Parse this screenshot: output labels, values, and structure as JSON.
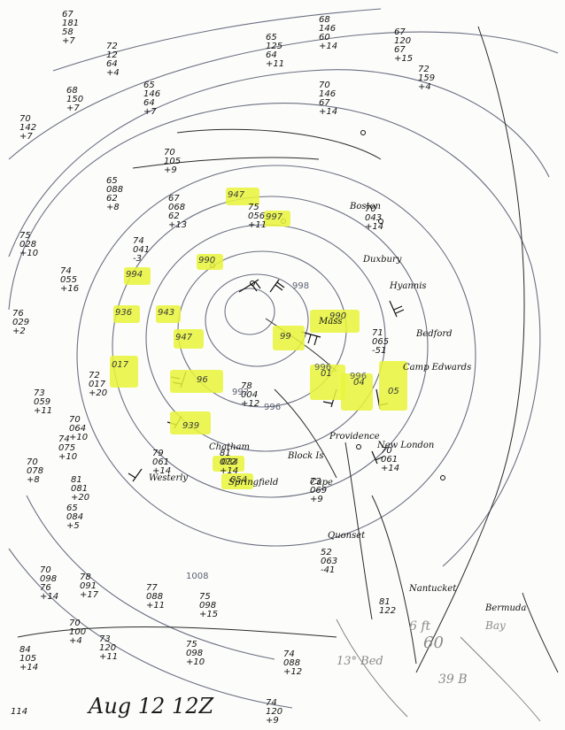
{
  "title": "Aug 12 12Z",
  "isobar_labels": [
    "996",
    "992",
    "996",
    "1008",
    "996",
    "998"
  ],
  "place_labels": [
    "Duxbury",
    "Cape",
    "Quonset",
    "Springfield",
    "Westerly",
    "Nantucket",
    "Boston",
    "Bedford",
    "New London",
    "Providence",
    "Block Is",
    "Chatham",
    "Camp Edwards",
    "Bermuda",
    "Mass",
    "Hyannis"
  ],
  "pencil_notes": {
    "left": "13° Bed",
    "mid1": "6 ft",
    "mid2": "60",
    "mid3": "39 B",
    "right": "Bay"
  },
  "highlighted": [
    {
      "value": "947"
    },
    {
      "value": "997"
    },
    {
      "value": "990"
    },
    {
      "value": "994"
    },
    {
      "value": "936"
    },
    {
      "value": "943"
    },
    {
      "value": "947"
    },
    {
      "value": "96"
    },
    {
      "value": "017"
    },
    {
      "value": "939"
    },
    {
      "value": "01"
    },
    {
      "value": "04"
    },
    {
      "value": "05"
    },
    {
      "value": "990"
    },
    {
      "value": "034"
    },
    {
      "value": "054"
    },
    {
      "value": "99"
    }
  ],
  "stations": [
    {
      "t": "67",
      "p": "181",
      "d": "58",
      "c": "+7"
    },
    {
      "t": "68",
      "p": "146",
      "d": "60",
      "c": "+14"
    },
    {
      "t": "65",
      "p": "125",
      "d": "64",
      "c": "+11"
    },
    {
      "t": "67",
      "p": "120",
      "d": "67",
      "c": "+15"
    },
    {
      "t": "72",
      "p": "159",
      "d": "",
      "c": "+4"
    },
    {
      "t": "65",
      "p": "146",
      "d": "64",
      "c": "+7"
    },
    {
      "t": "72",
      "p": "12",
      "d": "64",
      "c": "+4"
    },
    {
      "t": "70",
      "p": "146",
      "d": "67",
      "c": "+14"
    },
    {
      "t": "68",
      "p": "150",
      "d": "",
      "c": "+7"
    },
    {
      "t": "70",
      "p": "142",
      "d": "",
      "c": "+7"
    },
    {
      "t": "70",
      "p": "105",
      "d": "",
      "c": "+9"
    },
    {
      "t": "65",
      "p": "088",
      "d": "62",
      "c": "+8"
    },
    {
      "t": "67",
      "p": "068",
      "d": "62",
      "c": "+13"
    },
    {
      "t": "75",
      "p": "056",
      "d": "",
      "c": "+11"
    },
    {
      "t": "70",
      "p": "043",
      "d": "",
      "c": "+14"
    },
    {
      "t": "74",
      "p": "041",
      "d": "",
      "c": "-3"
    },
    {
      "t": "75",
      "p": "028",
      "d": "",
      "c": "+10"
    },
    {
      "t": "76",
      "p": "029",
      "d": "",
      "c": "+2"
    },
    {
      "t": "74",
      "p": "055",
      "d": "",
      "c": "+16"
    },
    {
      "t": "72",
      "p": "017",
      "d": "",
      "c": "+20"
    },
    {
      "t": "73",
      "p": "059",
      "d": "",
      "c": "+11"
    },
    {
      "t": "70",
      "p": "064",
      "d": "",
      "c": "+10"
    },
    {
      "t": "74",
      "p": "075",
      "d": "",
      "c": "+10"
    },
    {
      "t": "70",
      "p": "078",
      "d": "",
      "c": "+8"
    },
    {
      "t": "81",
      "p": "081",
      "d": "",
      "c": "+20"
    },
    {
      "t": "79",
      "p": "061",
      "d": "",
      "c": "+14"
    },
    {
      "t": "65",
      "p": "084",
      "d": "",
      "c": "+5"
    },
    {
      "t": "70",
      "p": "098",
      "d": "76",
      "c": "+14"
    },
    {
      "t": "78",
      "p": "091",
      "d": "",
      "c": "+17"
    },
    {
      "t": "77",
      "p": "088",
      "d": "",
      "c": "+11"
    },
    {
      "t": "75",
      "p": "098",
      "d": "",
      "c": "+15"
    },
    {
      "t": "70",
      "p": "100",
      "d": "",
      "c": "+4"
    },
    {
      "t": "73",
      "p": "120",
      "d": "",
      "c": "+11"
    },
    {
      "t": "75",
      "p": "098",
      "d": "",
      "c": "+10"
    },
    {
      "t": "84",
      "p": "105",
      "d": "",
      "c": "+14"
    },
    {
      "t": "",
      "p": "114",
      "d": "",
      "c": ""
    },
    {
      "t": "73",
      "p": "069",
      "d": "",
      "c": "+9"
    },
    {
      "t": "52",
      "p": "063",
      "d": "",
      "c": "-41"
    },
    {
      "t": "81",
      "p": "072",
      "d": "",
      "c": "+14"
    },
    {
      "t": "71",
      "p": "065",
      "d": "",
      "c": "-51"
    },
    {
      "t": "78",
      "p": "004",
      "d": "",
      "c": "+12"
    },
    {
      "t": "70",
      "p": "061",
      "d": "",
      "c": "+14"
    },
    {
      "t": "74",
      "p": "088",
      "d": "",
      "c": "+12"
    },
    {
      "t": "74",
      "p": "120",
      "d": "",
      "c": "+9"
    },
    {
      "t": "81",
      "p": "122",
      "d": "",
      "c": ""
    }
  ]
}
